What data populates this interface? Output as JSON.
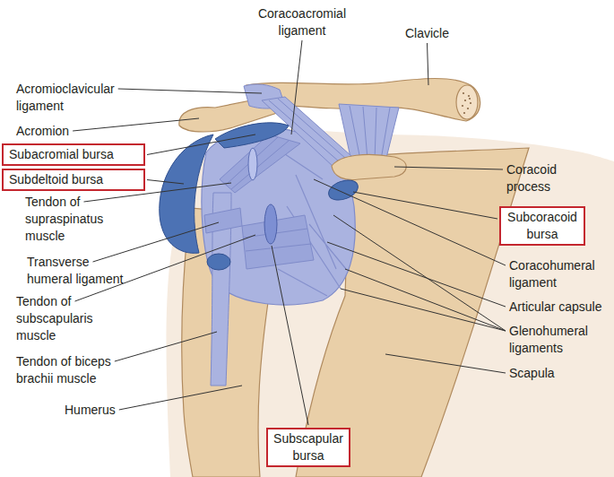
{
  "diagram": {
    "nodes": [
      {
        "text": [
          "Subacromial bursa"
        ]
      },
      {
        "text": [
          "Subdeltoid bursa"
        ]
      },
      {
        "text": [
          "Subcoracoid bursa"
        ]
      },
      {
        "text": [
          "Subscapular bursa"
        ]
      }
    ],
    "labels": [
      "Coracoacromial ligament",
      "Clavicle",
      "Acromioclavicular ligament",
      "Acromion",
      "Coracoid process",
      "Tendon of supraspinatus muscle",
      "Transverse humeral ligament",
      "Coracohumeral ligament",
      "Articular capsule",
      "Tendon of subscapularis muscle",
      "Glenohumeral ligaments",
      "Tendon of biceps brachii muscle",
      "Scapula",
      "Humerus"
    ]
  }
}
